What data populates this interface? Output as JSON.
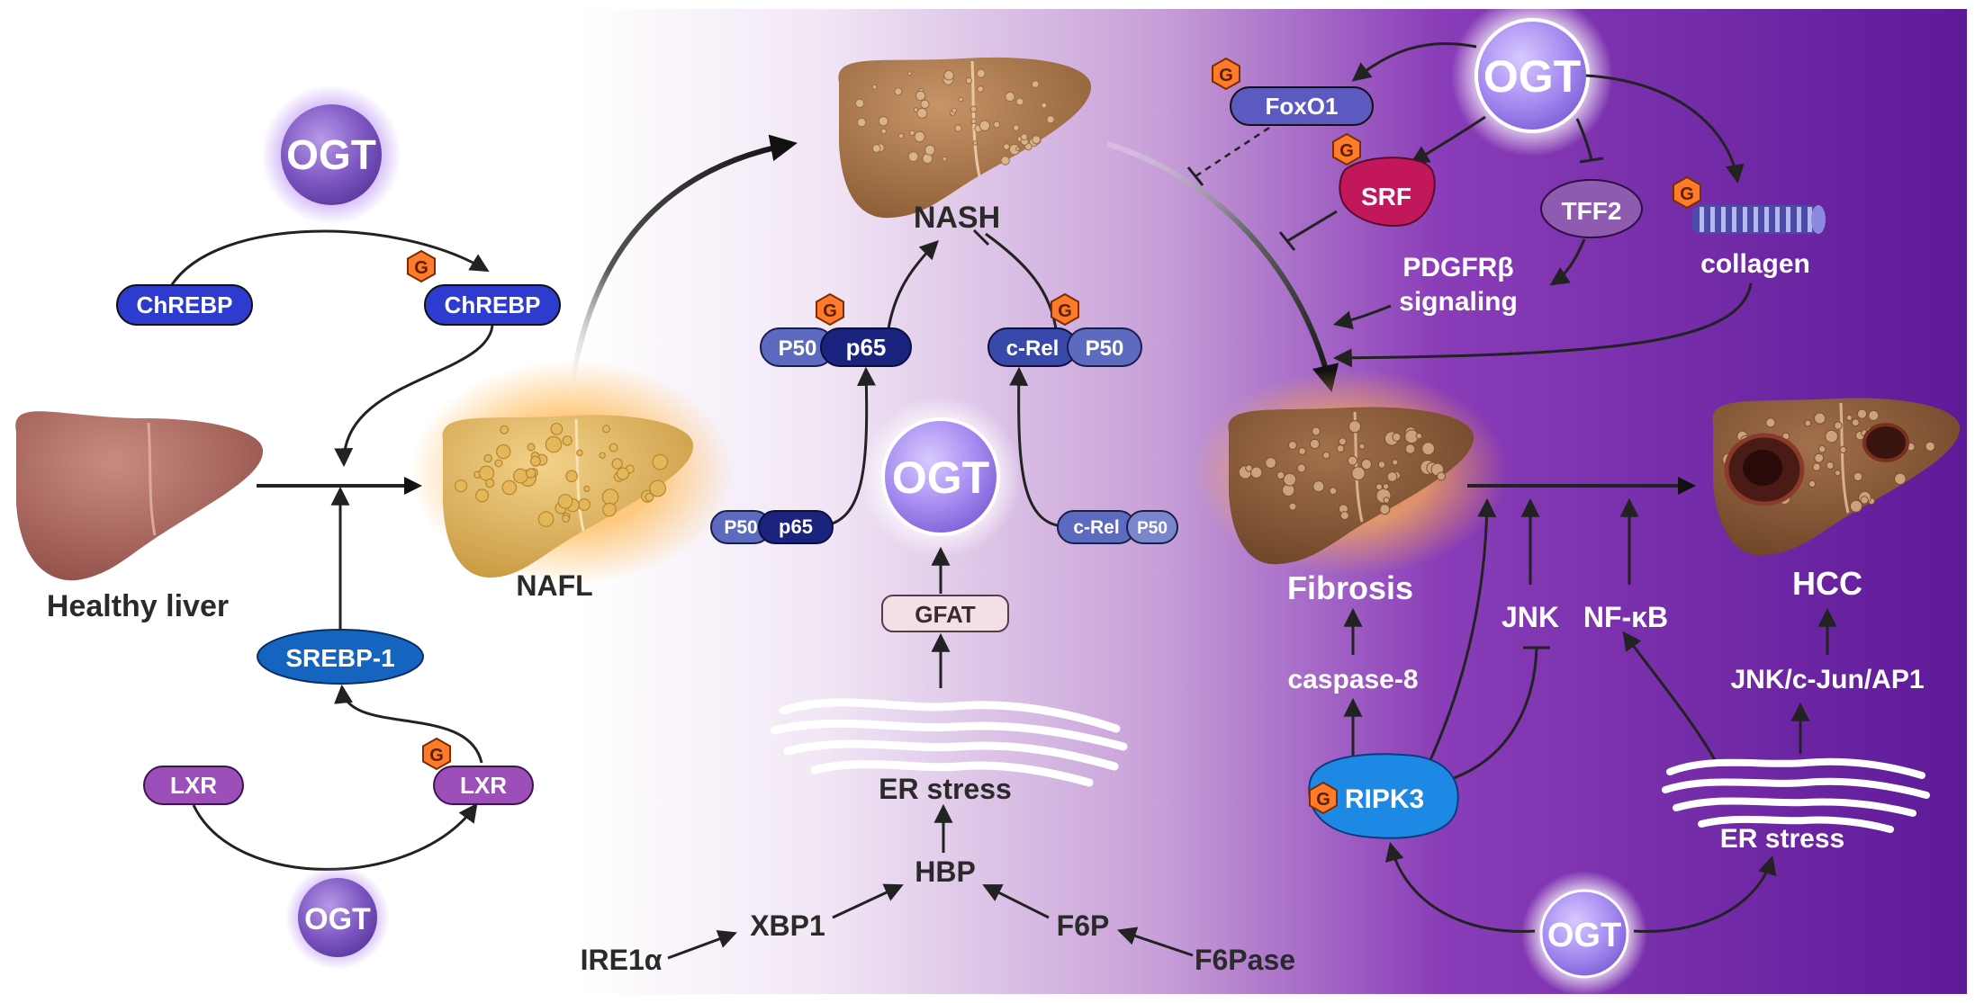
{
  "colors": {
    "ogt_sphere": "#7e57c2",
    "pill_blue": "#2d3ccf",
    "pill_navy": "#1a237e",
    "pill_purple": "#9c4fb8",
    "pill_periwinkle": "#5c6bc0",
    "glyco_orange": "#ff7a2a",
    "srebp_blue": "#1565c0",
    "ripk3_blue": "#1e88e5",
    "srf_pink": "#c2185b",
    "bg_purple": "#6a1fa0"
  },
  "icons": [
    "liver-icon",
    "ogt-sphere-icon",
    "glyco-hexagon-icon",
    "er-membrane-icon",
    "collagen-fiber-icon"
  ],
  "labels": {
    "healthy_liver": "Healthy liver",
    "nafl": "NAFL",
    "nash": "NASH",
    "fibrosis": "Fibrosis",
    "hcc": "HCC",
    "ogt": "OGT",
    "glyco": "G",
    "chrebp": "ChREBP",
    "srebp1": "SREBP-1",
    "lxr": "LXR",
    "p50": "P50",
    "p65": "p65",
    "crel": "c-Rel",
    "gfat": "GFAT",
    "er_stress": "ER stress",
    "hbp": "HBP",
    "xbp1": "XBP1",
    "ire1a": "IRE1α",
    "f6p": "F6P",
    "f6pase": "F6Pase",
    "foxo1": "FoxO1",
    "srf": "SRF",
    "tff2": "TFF2",
    "pdgfrb_line1": "PDGFRβ",
    "pdgfrb_line2": "signaling",
    "collagen": "collagen",
    "caspase8": "caspase-8",
    "jnk": "JNK",
    "nfkb": "NF-κB",
    "ripk3": "RIPK3",
    "jnk_cjun_ap1": "JNK/c-Jun/AP1"
  }
}
